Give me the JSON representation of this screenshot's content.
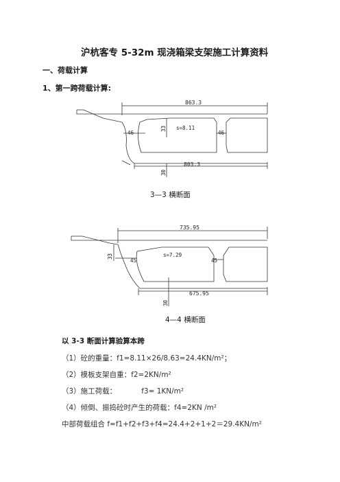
{
  "title": "沪杭客专 5-32m 现浇箱梁支架施工计算资料",
  "heading1": "一、荷载计算",
  "heading2": "1、第一跨荷载计算:",
  "figure1": {
    "caption": "3—3 横断面",
    "top_dim": "863.3",
    "bottom_dim": "803.3",
    "area": "s=8.11",
    "left_dim": "46",
    "right_dim": "46",
    "web_dim": "33",
    "base_dim": "30"
  },
  "figure2": {
    "caption": "4—4 横断面",
    "top_dim": "735.95",
    "bottom_dim": "675.95",
    "area": "s=7.29",
    "left_dim": "45",
    "right_dim": "45",
    "side_dim": "33",
    "base_dim": "30"
  },
  "section_title": "以 3-3 断面计算验算本跨",
  "calc": {
    "line1": "（1）砼的重量：f1=8.11×26/8.63=24.4KN/m²；",
    "line2": "（2）模板支架自重：f2=2KN/m²",
    "line3a": "（3）施工荷载：",
    "line3b": "f3= 1KN/m²",
    "line4": "（4）倾倒、振捣砼时产生的荷载：f4=2KN /m²",
    "line5": "中部荷载组合 f=f1+f2+f3+f4=24.4+2+1+2＝29.4KN/m²"
  }
}
